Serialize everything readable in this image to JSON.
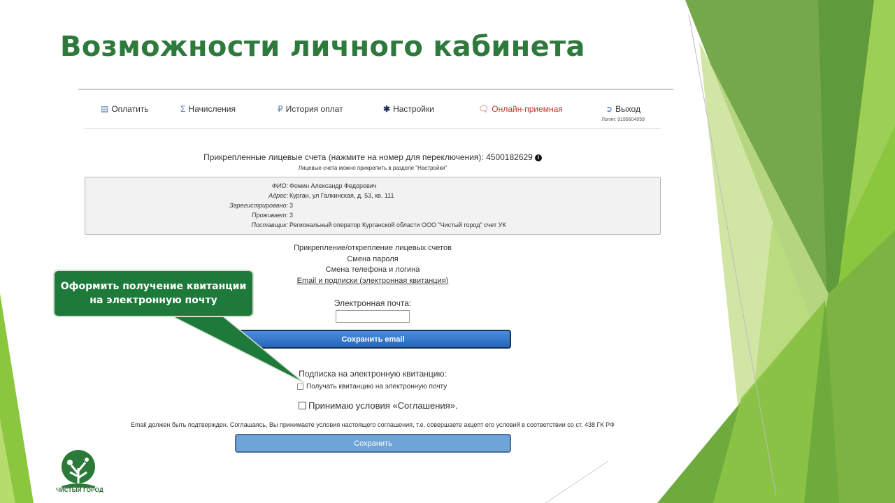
{
  "slide": {
    "title": "Возможности личного кабинета"
  },
  "nav": {
    "items": [
      {
        "label": "Оплатить",
        "icon": "document-icon"
      },
      {
        "label": "Начисления",
        "icon": "sigma-icon"
      },
      {
        "label": "История оплат",
        "icon": "ruble-icon"
      },
      {
        "label": "Настройки",
        "icon": "asterisk-icon"
      },
      {
        "label": "Онлайн-приемная",
        "icon": "chat-icon"
      },
      {
        "label": "Выход",
        "icon": "logout-icon"
      }
    ],
    "login": "Логин: 9195604059"
  },
  "accounts": {
    "label": "Прикрепленные лицевые счета (нажмите на номер для переключения):",
    "number": "4500182629",
    "hint": "Лицевые счета можно прикрепить в разделе \"Настройки\""
  },
  "info": {
    "rows": [
      {
        "label": "ФИО:",
        "value": "Фомин Александр Федорович"
      },
      {
        "label": "Адрес:",
        "value": "Курган, ул Галкинская, д. 53, кв. 111"
      },
      {
        "label": "Зарегистрировано:",
        "value": "3"
      },
      {
        "label": "Проживает:",
        "value": "3"
      },
      {
        "label": "Поставщик:",
        "value": "Региональный оператор Курганской области ООО \"Чистый город\" счет УК"
      }
    ]
  },
  "links": [
    "Прикрепление/открепление лицевых счетов",
    "Смена пароля",
    "Смена телефона и логина",
    "Email и подписки (электронная квитанция)"
  ],
  "email": {
    "label": "Электронная почта:",
    "value": "",
    "save_button": "Сохранить email"
  },
  "subscription": {
    "label": "Подписка на электронную квитанцию:",
    "checkbox_label": "Получать квитанцию на электронную почту",
    "checked": false
  },
  "agreement": {
    "checkbox_label": "Принимаю условия «Соглашения».",
    "checked": false
  },
  "disclaimer": "Email должен быть подтвержден. Соглашаясь, Вы принимаете условия настоящего соглашения, т.е. совершаете акцепт его условий в соответствии со ст. 438 ГК РФ",
  "save_button": "Сохранить",
  "callout": {
    "line1": "Оформить получение квитанции",
    "line2": "на электронную почту"
  },
  "logo": {
    "text": "ЧИСТЫЙ ГОРОД"
  },
  "colors": {
    "title_green": "#2e7a3c",
    "callout_green": "#1e7a3a",
    "button_blue": "#2a6ec0",
    "button_light_blue": "#6fa4d6",
    "accent_red": "#c0392b"
  }
}
